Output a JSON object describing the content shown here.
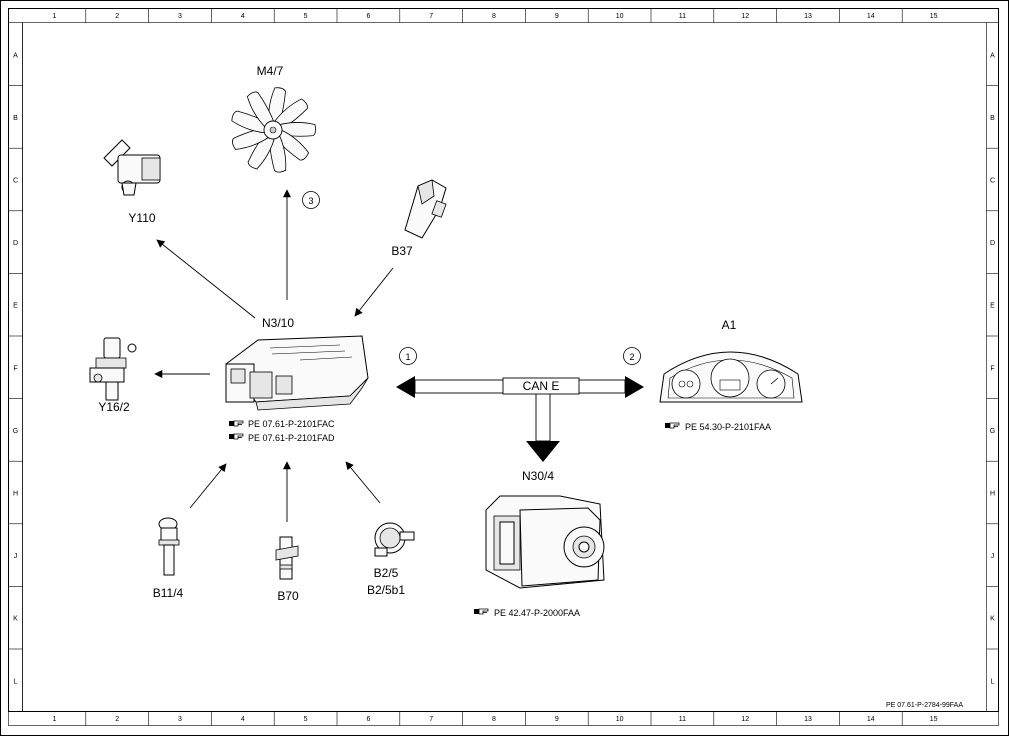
{
  "grid": {
    "columns": [
      "1",
      "2",
      "3",
      "4",
      "5",
      "6",
      "7",
      "8",
      "9",
      "10",
      "11",
      "12",
      "13",
      "14",
      "15"
    ],
    "rows": [
      "A",
      "B",
      "C",
      "D",
      "E",
      "F",
      "G",
      "H",
      "J",
      "K",
      "L"
    ]
  },
  "components": {
    "m47": "M4/7",
    "y110": "Y110",
    "b37": "B37",
    "n310": "N3/10",
    "y162": "Y16/2",
    "b114": "B11/4",
    "b70": "B70",
    "b25": "B2/5",
    "b25b1": "B2/5b1",
    "n304": "N30/4",
    "a1": "A1"
  },
  "references": {
    "n310_ref1": "PE 07.61-P-2101FAC",
    "n310_ref2": "PE 07.61-P-2101FAD",
    "a1_ref": "PE 54.30-P-2101FAA",
    "n304_ref": "PE 42.47-P-2000FAA"
  },
  "bus": {
    "label": "CAN E"
  },
  "callouts": {
    "c1": "1",
    "c2": "2",
    "c3": "3"
  },
  "document_id": "PE 07.61-P-2784-99FAA"
}
